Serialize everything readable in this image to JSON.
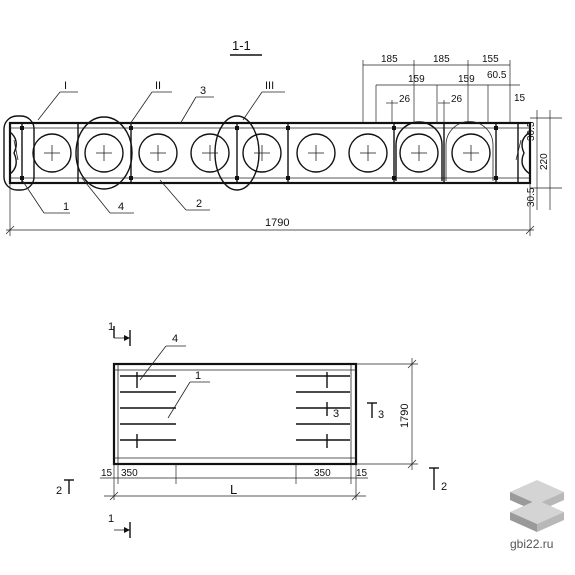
{
  "section_title": "1-1",
  "callouts": {
    "I": "I",
    "II": "II",
    "III": "III",
    "p1": "1",
    "p2": "2",
    "p3": "3",
    "p4": "4"
  },
  "top_dims": {
    "d185a": "185",
    "d185b": "185",
    "d155": "155",
    "d159a": "159",
    "d159b": "159",
    "d605": "60.5",
    "d26a": "26",
    "d26b": "26",
    "d15": "15",
    "d305a": "30.5",
    "d220": "220",
    "d305b": "30.5",
    "overall": "1790"
  },
  "plan": {
    "section_mark": "1",
    "pos4": "4",
    "pos1": "1",
    "pos3": "3",
    "mark3": "3",
    "mark2": "2",
    "width": "1790",
    "d15l": "15",
    "d350l": "350",
    "length": "L",
    "d350r": "350",
    "d15r": "15"
  },
  "watermark": "gbi22.ru",
  "colors": {
    "line": "#111111",
    "watermark_gray": "#b8b8b8"
  }
}
